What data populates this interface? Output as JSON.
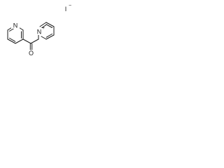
{
  "molecule": {
    "counterion": {
      "symbol": "I",
      "charge": "−"
    },
    "pyridine_nitrogen": "N",
    "pyridinium_nitrogen": "N",
    "pyridinium_charge": "+",
    "carbonyl_oxygen": "O"
  }
}
